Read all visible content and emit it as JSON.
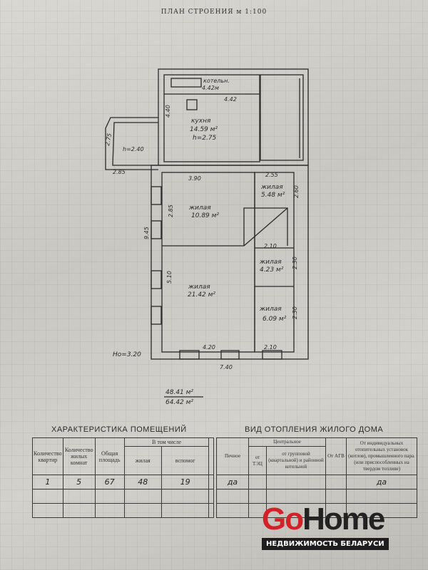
{
  "title": "ПЛАН СТРОЕНИЯ м 1:100",
  "plan": {
    "boiler_label": "котельн.",
    "boiler_dim": "4.42м",
    "kitchen_name": "кухня",
    "kitchen_area": "14.59 м²",
    "kitchen_height": "h=2.75",
    "kitchen_width": "4.42",
    "kitchen_depth": "4.40",
    "vestibule_height": "h=2.40",
    "vestibule_width": "2.85",
    "vestibule_depth": "2.75",
    "room1_name": "жилая",
    "room1_area": "10.89 м²",
    "room1_width": "3.90",
    "room1_depth": "2.85",
    "room2_name": "жилая",
    "room2_area": "5.48 м²",
    "room2_width": "2.55",
    "room2_depth": "2.60",
    "room3_name": "жилая",
    "room3_area": "4.23 м²",
    "room3_width": "2.10",
    "room3_depth": "2.30",
    "room4_name": "жилая",
    "room4_area": "21.42 м²",
    "room4_depth": "5.10",
    "room4_width": "4.20",
    "room5_name": "жилая",
    "room5_area": "6.09 м²",
    "room5_width": "2.10",
    "room5_depth": "2.30",
    "total_depth": "9.45",
    "total_width": "7.40",
    "ceiling": "Но=3.20",
    "living_area": "48.41 м²",
    "total_area": "64.42 м²"
  },
  "rooms_table": {
    "title": "ХАРАКТЕРИСТИКА ПОМЕЩЕНИЙ",
    "headers": {
      "apartments": "Количество квартир",
      "rooms": "Количество жилых комнат",
      "total": "Общая площадь",
      "including": "В том числе",
      "living": "жилая",
      "auxiliary": "вспомог"
    },
    "row": [
      "1",
      "5",
      "67",
      "48",
      "19"
    ]
  },
  "heating_table": {
    "title": "ВИД ОТОПЛЕНИЯ ЖИЛОГО ДОМА",
    "headers": {
      "stove": "Печное",
      "central": "Центральное",
      "chp": "от ТЭЦ",
      "group": "от групповой (квартальной) и районной котельной",
      "agv": "От АГВ",
      "individual": "От индивидуальных отопительных установок (котлов), промышленного пара. (или приспособленных на твердом топливе)"
    },
    "row": {
      "stove": "да",
      "individual": "да"
    }
  },
  "watermark": {
    "brand_go": "Go",
    "brand_home": "Home",
    "tagline": "НЕДВИЖИМОСТЬ БЕЛАРУСИ",
    "accent": "#d42027"
  }
}
